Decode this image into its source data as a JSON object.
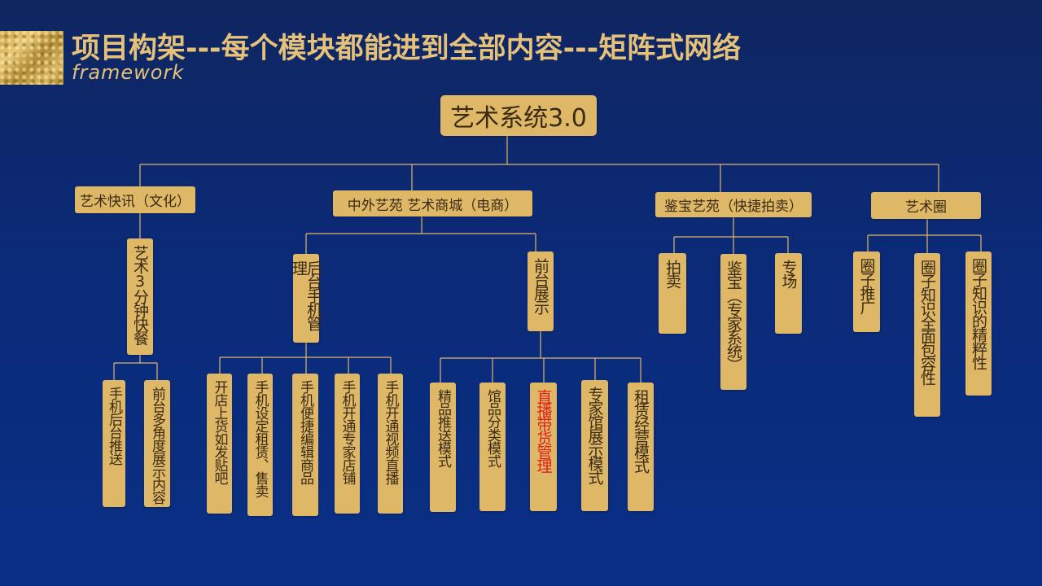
{
  "header": {
    "title": "项目构架---每个模块都能进到全部内容---矩阵式网络",
    "subtitle": "framework"
  },
  "colors": {
    "box": "#dfb867",
    "line": "#dfb867",
    "text": "#3a2a12",
    "highlight": "#e0201a"
  },
  "diagram": {
    "root": "艺术系统3.0",
    "branches": [
      {
        "label": "艺术快讯（文化）",
        "child": "艺术3分钟快餐",
        "leaves": [
          "手机后台推送",
          "前台多角度展示内容"
        ]
      },
      {
        "label": "中外艺苑 艺术商城（电商）",
        "groups": [
          {
            "label": "后台手机管理",
            "leaves": [
              "开店上货如发贴吧",
              "手机设定租赁、售卖",
              "手机便捷编辑商品",
              "手机开通专家店铺",
              "手机开通视频直播"
            ]
          },
          {
            "label": "前台展示",
            "leaves": [
              "精品推送模式",
              "馆品分类模式",
              "直播带货管理",
              "专家馆展示模式",
              "租赁经营模式"
            ]
          }
        ]
      },
      {
        "label": "鉴宝艺苑（快捷拍卖）",
        "leaves": [
          "拍卖",
          "鉴宝（专家系统）",
          "专场"
        ]
      },
      {
        "label": "艺术圈",
        "leaves": [
          "圈子推广",
          "圈子知识全面包容性",
          "圈子知识的精粹性"
        ]
      }
    ]
  }
}
